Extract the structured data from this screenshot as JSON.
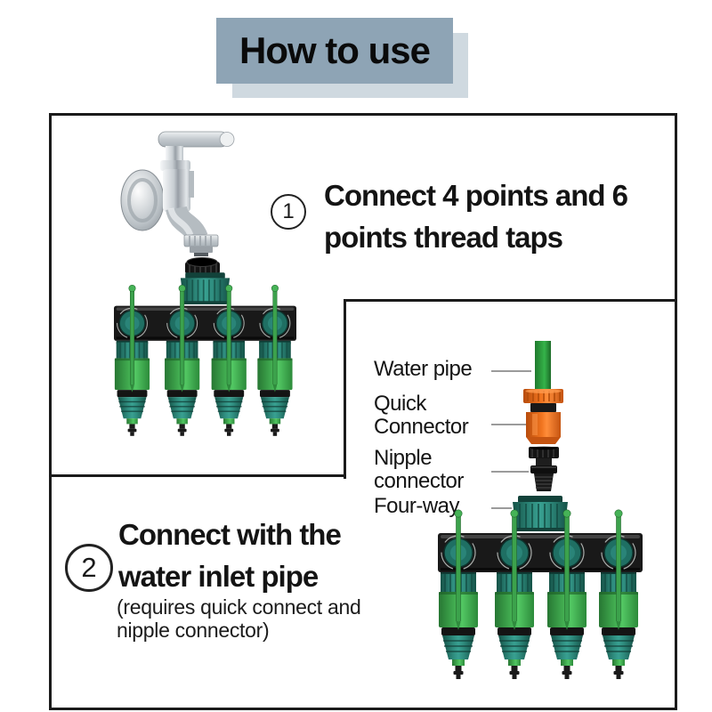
{
  "title": {
    "text": "How to use"
  },
  "steps": [
    {
      "number": "1",
      "lines": [
        "Connect 4 points and 6",
        "points thread taps"
      ]
    },
    {
      "number": "2",
      "lines": [
        "Connect with the",
        "water inlet pipe"
      ],
      "note_lines": [
        "(requires quick connect and",
        "nipple connector)"
      ]
    }
  ],
  "diagram": {
    "labels": [
      {
        "name": "water-pipe",
        "lines": [
          "Water pipe"
        ]
      },
      {
        "name": "quick-connector",
        "lines": [
          "Quick",
          "Connector"
        ]
      },
      {
        "name": "nipple-connector",
        "lines": [
          "Nipple",
          "connector"
        ]
      },
      {
        "name": "four-way",
        "lines": [
          "Four-way"
        ]
      }
    ]
  },
  "colors": {
    "banner_main": "#8ea4b5",
    "banner_shadow": "#cfd9e0",
    "outline": "#1b1b1b",
    "teal": "#26796d",
    "green": "#3ca24c",
    "orange": "#ef7120",
    "pipe_green": "#2fa441",
    "leader_gray": "#9b9b9b",
    "text": "#111111"
  }
}
